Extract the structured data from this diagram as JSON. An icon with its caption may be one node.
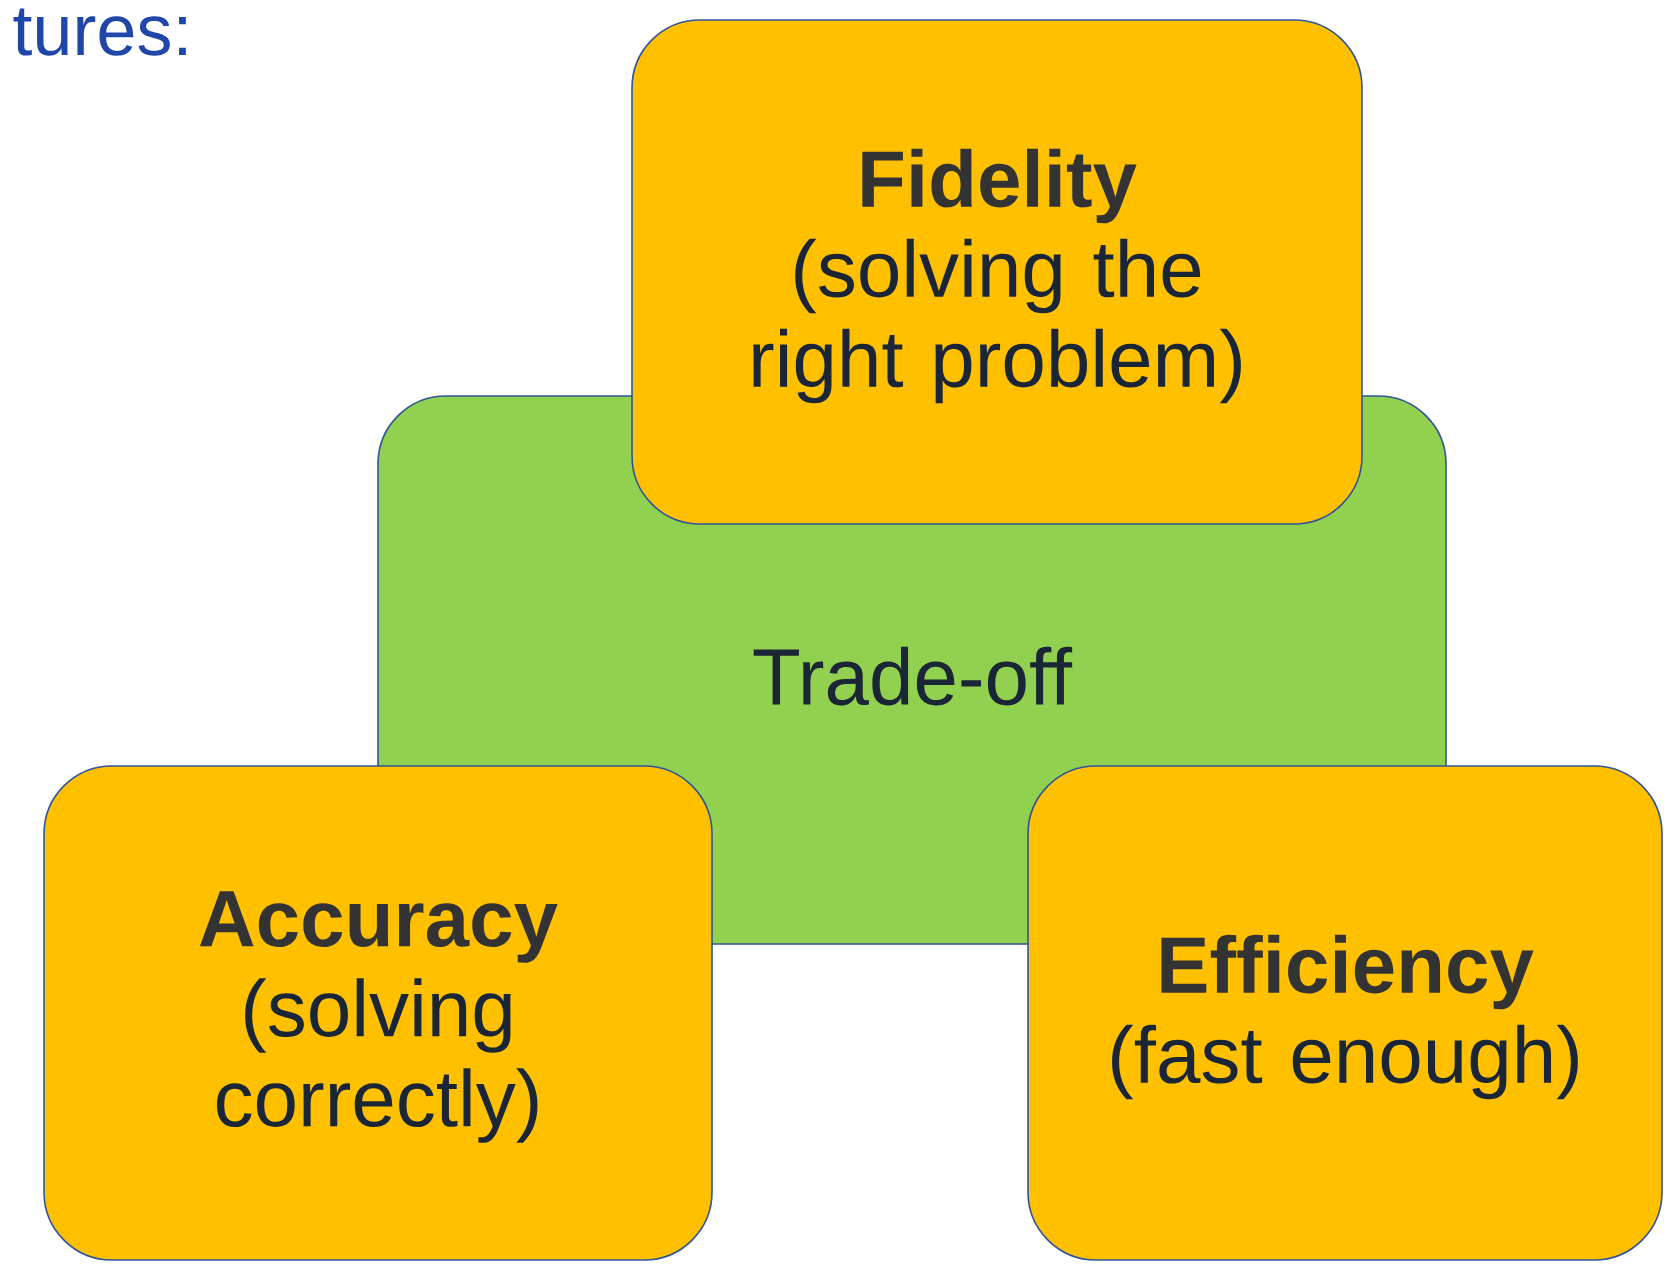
{
  "diagram": {
    "nodes": [
      {
        "text": [
          "Fidelity",
          "(solving the right problem)"
        ]
      },
      {
        "text": [
          "Trade-off"
        ]
      },
      {
        "text": [
          "Accuracy",
          "(solving correctly)"
        ]
      },
      {
        "text": [
          "Efficiency",
          "(fast enough)"
        ]
      }
    ],
    "labels": [
      "tures:"
    ]
  }
}
